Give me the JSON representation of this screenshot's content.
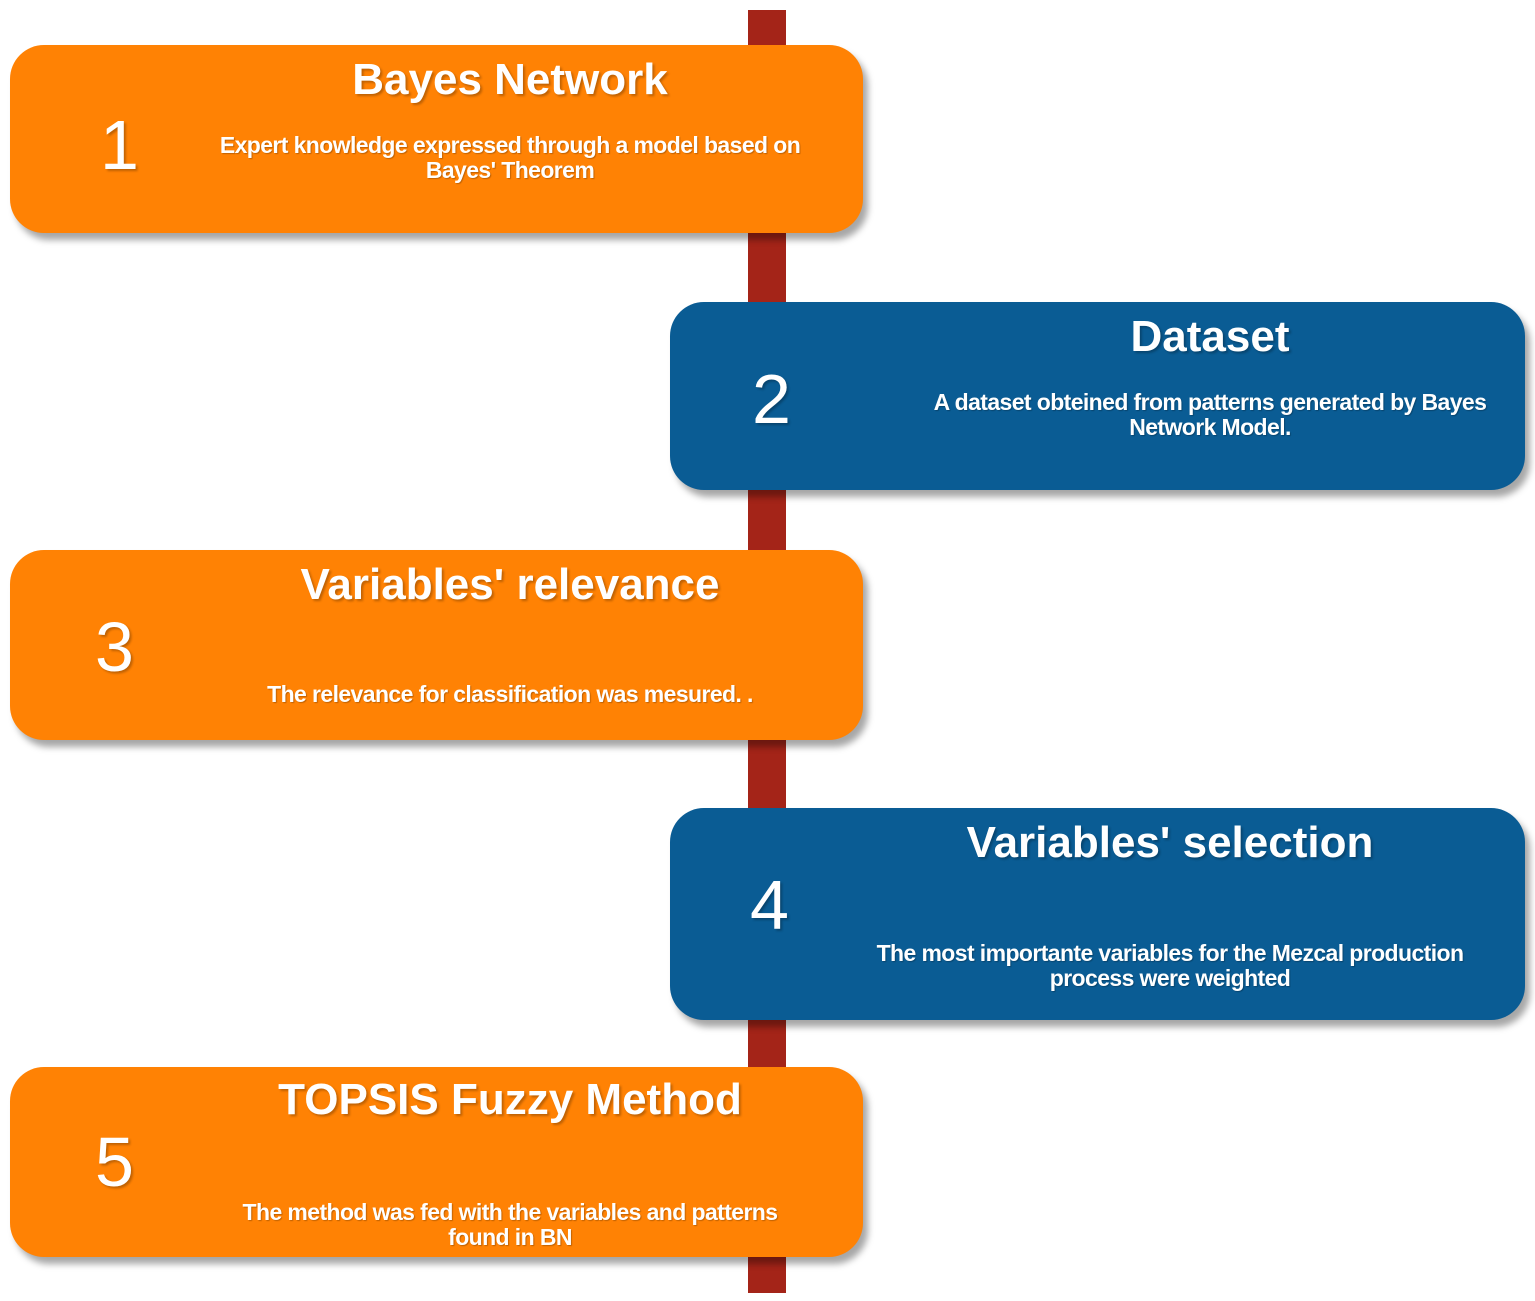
{
  "colors": {
    "spine": "#a42418",
    "orange": "#ff8204",
    "blue": "#0a5c94",
    "text": "#ffffff"
  },
  "steps": [
    {
      "number": "1",
      "title": "Bayes Network",
      "description": "Expert knowledge expressed through a model based on Bayes' Theorem"
    },
    {
      "number": "2",
      "title": "Dataset",
      "description": "A dataset obteined from patterns generated by Bayes Network Model."
    },
    {
      "number": "3",
      "title": "Variables' relevance",
      "description": "The relevance for classification was mesured. ."
    },
    {
      "number": "4",
      "title": "Variables' selection",
      "description": "The most importante variables for the Mezcal production process were weighted"
    },
    {
      "number": "5",
      "title": "TOPSIS Fuzzy Method",
      "description": "The method was fed with the variables and patterns found in BN"
    }
  ]
}
